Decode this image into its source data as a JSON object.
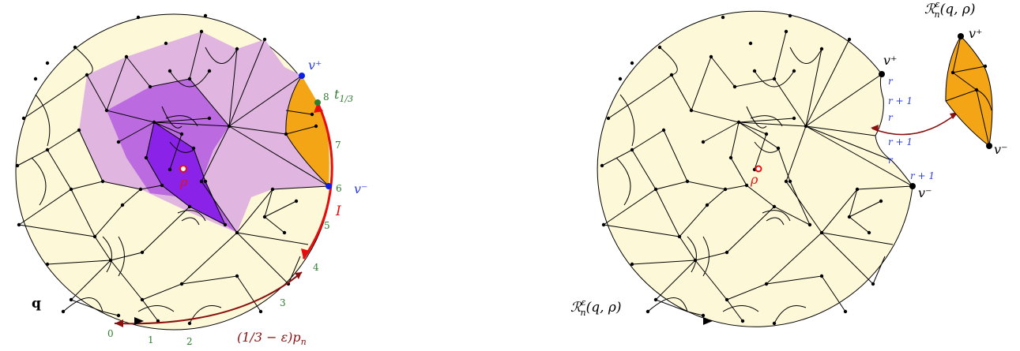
{
  "colors": {
    "disk_fill": "#fdf8d8",
    "edge": "#000000",
    "hull_outer": "#e0b6e0",
    "hull_mid": "#bb6ae0",
    "hull_inner": "#8a22e8",
    "slice_fill": "#f4a516",
    "interval": "#e80d0d",
    "arrow_dark": "#8b1010",
    "tick_green": "#2e7d2e",
    "vertex_blue": "#0a1ee8",
    "label_blue": "#2a3ee0",
    "root_red": "#e81010"
  },
  "left": {
    "map_label": "q",
    "root_label": "ρ",
    "v_plus": "v⁺",
    "v_minus": "v⁻",
    "interval_label": "I",
    "t_label": "t",
    "t_sub": "1/3",
    "boundary_indices": [
      "0",
      "1",
      "2",
      "3",
      "4",
      "5",
      "6",
      "7",
      "8"
    ],
    "perimeter_label": "(1/3 − ε)p",
    "perimeter_sub": "n"
  },
  "right": {
    "map_label_main": "ℛ",
    "map_label_super": "ε",
    "map_label_sub": "n",
    "map_label_args": "(q, ρ)",
    "root_label": "ρ",
    "v_plus": "v⁺",
    "v_minus": "v⁻",
    "distance_labels": [
      "r",
      "r + 1",
      "r",
      "r + 1",
      "r",
      "r + 1"
    ],
    "piece_title_main": "ℛ",
    "piece_title_super": "ε",
    "piece_title_sub": "n",
    "piece_title_args": "(q, ρ)",
    "piece_v_plus": "v⁺",
    "piece_v_minus": "v⁻"
  }
}
